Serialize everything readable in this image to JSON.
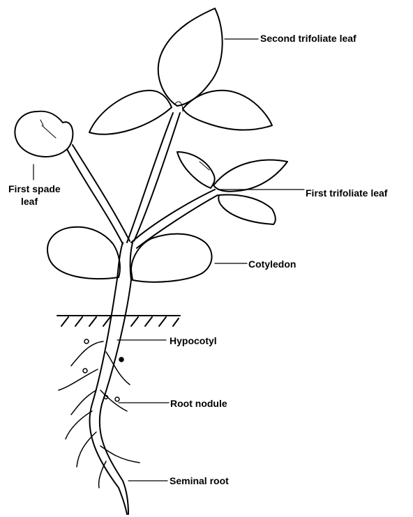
{
  "colors": {
    "ink": "#000000",
    "background": "#ffffff"
  },
  "labels": {
    "second_trifoliate": "Second trifoliate leaf",
    "first_spade_line1": "First spade",
    "first_spade_line2": "leaf",
    "first_trifoliate": "First trifoliate leaf",
    "cotyledon": "Cotyledon",
    "hypocotyl": "Hypocotyl",
    "root_nodule": "Root nodule",
    "seminal_root": "Seminal root"
  }
}
